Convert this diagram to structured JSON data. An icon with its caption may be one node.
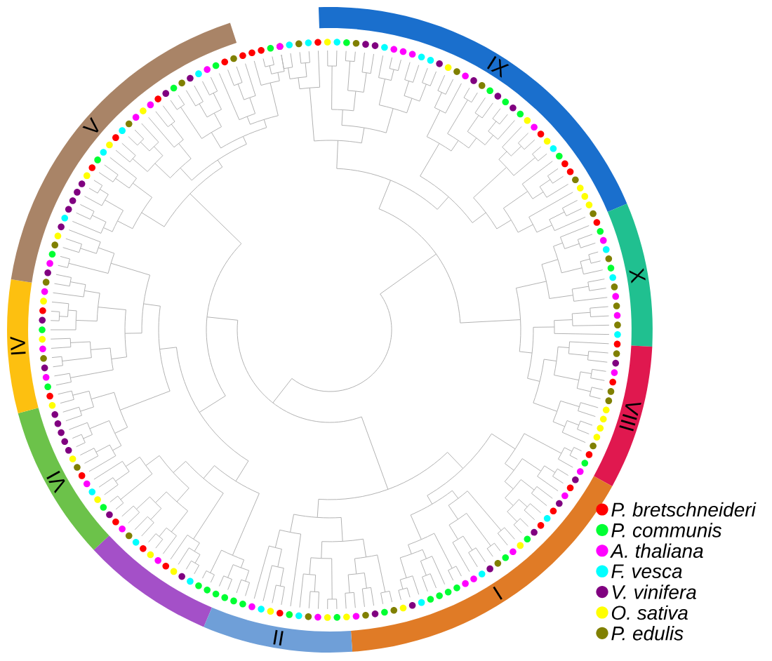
{
  "diagram": {
    "labels": [
      "IX",
      "X",
      "VIII",
      "I",
      "II",
      "VI",
      "IV",
      "V"
    ],
    "legend": [
      {
        "text": "P. bretschneideri",
        "color": "#ff0000"
      },
      {
        "text": "P. communis",
        "color": "#00ff33"
      },
      {
        "text": "A. thaliana",
        "color": "#ff00ff"
      },
      {
        "text": "F. vesca",
        "color": "#00ffff"
      },
      {
        "text": "V. vinifera",
        "color": "#800080"
      },
      {
        "text": "O. sativa",
        "color": "#ffff00"
      },
      {
        "text": "P. edulis",
        "color": "#808000"
      }
    ]
  }
}
